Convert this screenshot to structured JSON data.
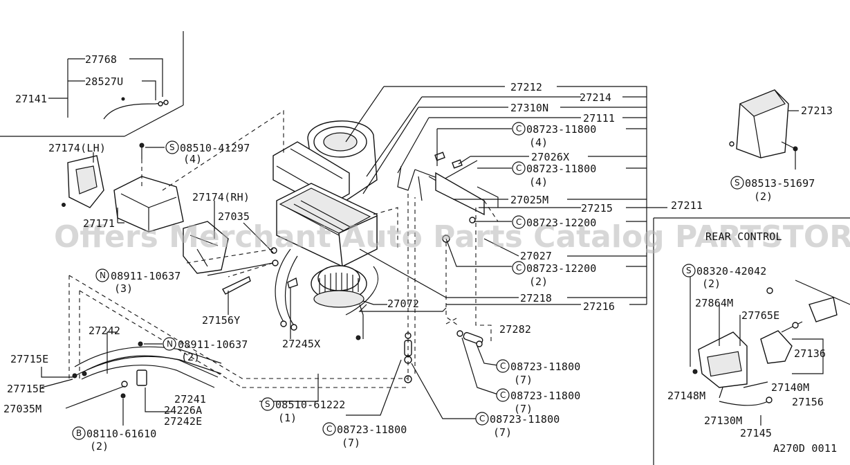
{
  "diagram": {
    "watermark": "Offers Merchant Auto Parts Catalog PARTSTORE.CA",
    "section_rear": "REAR CONTROL",
    "code": "A270D 0011",
    "parts": {
      "p27768": "27768",
      "p28527U": "28527U",
      "p27141": "27141",
      "p27174LH": "27174(LH)",
      "p08510_41297": "08510-41297",
      "q4a": "(4)",
      "p27174RH": "27174(RH)",
      "p27035": "27035",
      "p27171": "27171",
      "p08911_10637a": "08911-10637",
      "q3": "(3)",
      "p27156Y": "27156Y",
      "p27245X": "27245X",
      "p27242": "27242",
      "p08911_10637b": "08911-10637",
      "q2a": "(2)",
      "p27715Ea": "27715E",
      "p27715Eb": "27715E",
      "p27035M": "27035M",
      "p27241": "27241",
      "p24226A": "24226A",
      "p27242E": "27242E",
      "p08110_61610": "08110-61610",
      "q2b": "(2)",
      "p08510_61222": "08510-61222",
      "q1": "(1)",
      "p08723_11800a": "08723-11800",
      "q7a": "(7)",
      "p08723_11800b": "08723-11800",
      "q7b": "(7)",
      "p08723_11800c": "08723-11800",
      "q7c": "(7)",
      "p08723_11800d": "08723-11800",
      "q7d": "(7)",
      "p27212": "27212",
      "p27214": "27214",
      "p27310N": "27310N",
      "p27111": "27111",
      "p08723_11800e": "08723-11800",
      "q4b": "(4)",
      "p27026X": "27026X",
      "p08723_11800f": "08723-11800",
      "q4c": "(4)",
      "p27025M": "27025M",
      "p27215": "27215",
      "p27211": "27211",
      "p08723_12200a": "08723-12200",
      "p27027": "27027",
      "p08723_12200b": "08723-12200",
      "q2c": "(2)",
      "p27218": "27218",
      "p27072": "27072",
      "p27216": "27216",
      "p27282": "27282",
      "p27213": "27213",
      "p08513_51697": "08513-51697",
      "q2d": "(2)",
      "p08320_42042": "08320-42042",
      "q2e": "(2)",
      "p27864M": "27864M",
      "p27765E": "27765E",
      "p27136": "27136",
      "p27140M": "27140M",
      "p27148M": "27148M",
      "p27156": "27156",
      "p27130M": "27130M",
      "p27145": "27145"
    },
    "badges": {
      "S": "S",
      "N": "N",
      "C": "C",
      "B": "B"
    }
  }
}
